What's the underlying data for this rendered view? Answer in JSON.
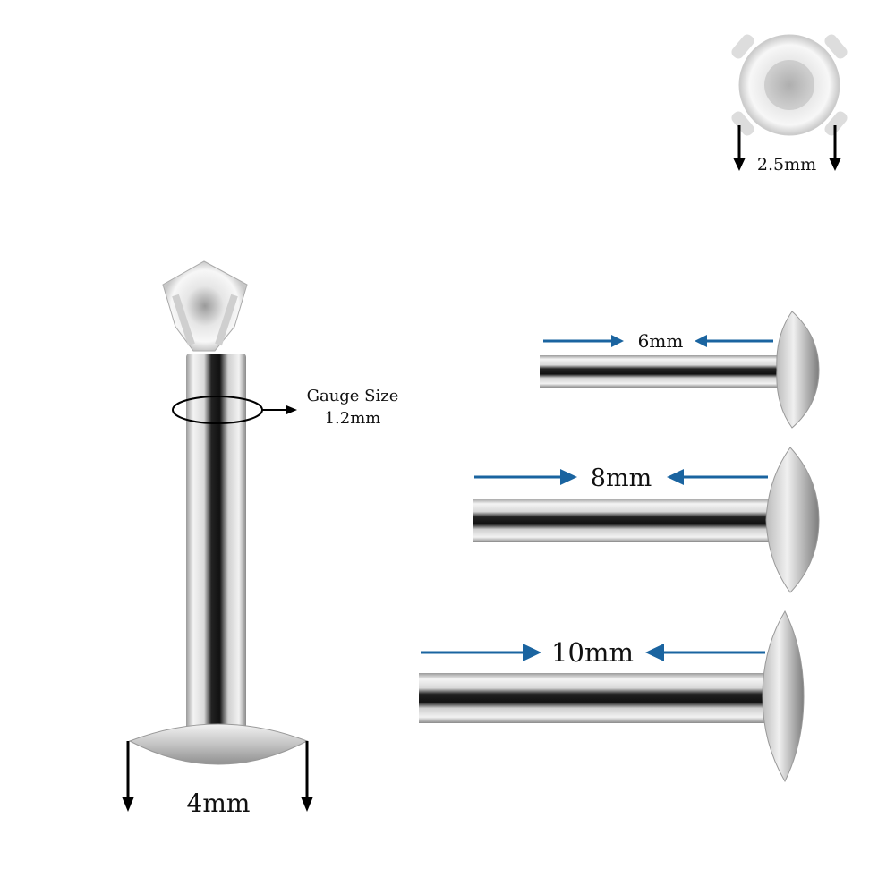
{
  "gem_detail": {
    "label": "2.5mm"
  },
  "main_stud": {
    "gauge_label_line1": "Gauge Size",
    "gauge_label_line2": "1.2mm",
    "disc_label": "4mm"
  },
  "posts": [
    {
      "label": "6mm"
    },
    {
      "label": "8mm"
    },
    {
      "label": "10mm"
    }
  ],
  "colors": {
    "dimension_arrow": "#1a64a0",
    "black_arrow": "#000000"
  }
}
